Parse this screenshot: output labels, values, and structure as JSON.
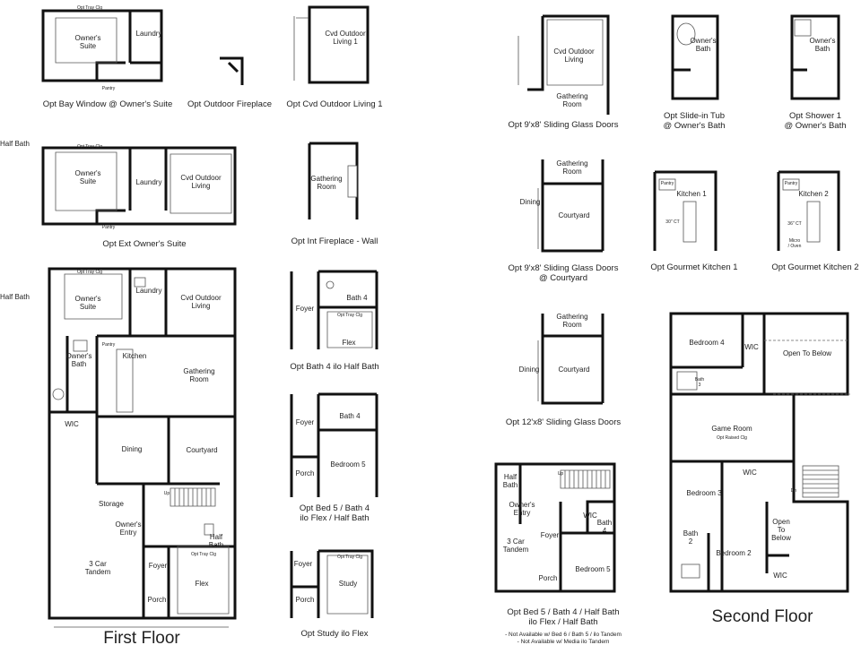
{
  "main_plans": {
    "first_floor": {
      "title": "First Floor",
      "rooms": {
        "owners_suite": "Owner's\nSuite",
        "tray": "Opt Tray Clg",
        "laundry": "Laundry",
        "cvd": "Cvd Outdoor\nLiving",
        "pantry": "Pantry",
        "kitchen": "Kitchen",
        "owners_bath": "Owner's\nBath",
        "gathering": "Gathering\nRoom",
        "wic": "WIC",
        "dining": "Dining",
        "courtyard": "Courtyard",
        "storage": "Storage",
        "up": "Up",
        "owners_entry": "Owner's\nEntry",
        "garage": "3 Car\nTandem",
        "foyer": "Foyer",
        "half_bath": "Half\nBath",
        "flex_tray": "Opt Tray Clg",
        "flex": "Flex",
        "porch": "Porch"
      }
    },
    "second_floor": {
      "title": "Second Floor",
      "rooms": {
        "bedroom4": "Bedroom 4",
        "wic_top": "WIC",
        "open_to_below": "Open To Below",
        "bath3": "Bath\n3",
        "game_room": "Game Room",
        "raised": "Opt Raised Clg",
        "wic_mid": "WIC",
        "bedroom3": "Bedroom  3",
        "dn": "Dn",
        "open_below_2": "Open\nTo\nBelow",
        "bath2": "Bath\n2",
        "bedroom2": "Bedroom 2",
        "wic_bottom": "WIC"
      }
    },
    "side_labels": [
      "Half Bath",
      "Half Bath"
    ]
  },
  "options": [
    {
      "caption": "Opt Bay Window @ Owner's Suite",
      "rooms": [
        "Opt Tray Clg",
        "Owner's\nSuite",
        "Laundry",
        "Pantry"
      ]
    },
    {
      "caption": "Opt Outdoor Fireplace",
      "rooms": []
    },
    {
      "caption": "Opt Cvd Outdoor Living 1",
      "rooms": [
        "Cvd Outdoor\nLiving 1"
      ]
    },
    {
      "caption": "Opt Ext Owner's Suite",
      "rooms": [
        "Opt Tray Clg",
        "Owner's\nSuite",
        "Laundry",
        "Cvd Outdoor\nLiving",
        "Pantry"
      ]
    },
    {
      "caption": "Opt Int Fireplace - Wall",
      "rooms": [
        "Gathering\nRoom"
      ]
    },
    {
      "caption": "Opt Bath 4 ilo Half Bath",
      "rooms": [
        "Foyer",
        "Bath 4",
        "Opt Tray Clg",
        "Flex"
      ]
    },
    {
      "caption": "Opt Bed 5 / Bath 4\nilo Flex / Half Bath",
      "rooms": [
        "Foyer",
        "Bath 4",
        "Bedroom 5",
        "Porch"
      ]
    },
    {
      "caption": "Opt Study ilo Flex",
      "rooms": [
        "Foyer",
        "Opt Tray Clg",
        "Study",
        "Porch"
      ]
    },
    {
      "caption": "Opt 9'x8' Sliding Glass Doors",
      "rooms": [
        "Cvd Outdoor\nLiving",
        "Gathering\nRoom"
      ]
    },
    {
      "caption": "Opt Slide-in Tub\n@ Owner's Bath",
      "rooms": [
        "Owner's\nBath"
      ]
    },
    {
      "caption": "Opt Shower 1\n@ Owner's Bath",
      "rooms": [
        "Owner's\nBath"
      ]
    },
    {
      "caption": "Opt 9'x8' Sliding Glass Doors\n@ Courtyard",
      "rooms": [
        "Gathering\nRoom",
        "Dining",
        "Courtyard"
      ]
    },
    {
      "caption": "Opt Gourmet Kitchen 1",
      "rooms": [
        "Pantry",
        "Kitchen 1",
        "30\" CT"
      ]
    },
    {
      "caption": "Opt Gourmet Kitchen 2",
      "rooms": [
        "Pantry",
        "Kitchen 2",
        "36\" CT",
        "Micro\n/ Oven"
      ]
    },
    {
      "caption": "Opt 12'x8' Sliding Glass Doors",
      "rooms": [
        "Gathering\nRoom",
        "Dining",
        "Courtyard"
      ]
    },
    {
      "caption": "Opt Bed 5 / Bath 4 / Half Bath\nilo Flex / Half Bath",
      "note": "- Not Available w/ Bed 6 / Bath 5 / ilo Tandem\n- Not Available w/ Media ilo Tandem",
      "rooms": [
        "Half\nBath",
        "Up",
        "Owner's\nEntry",
        "3 Car\nTandem",
        "Foyer",
        "WIC",
        "Bath\n4",
        "Bedroom 5",
        "Porch"
      ]
    }
  ],
  "colors": {
    "wall": "#111111",
    "text": "#222222",
    "background": "#ffffff"
  }
}
